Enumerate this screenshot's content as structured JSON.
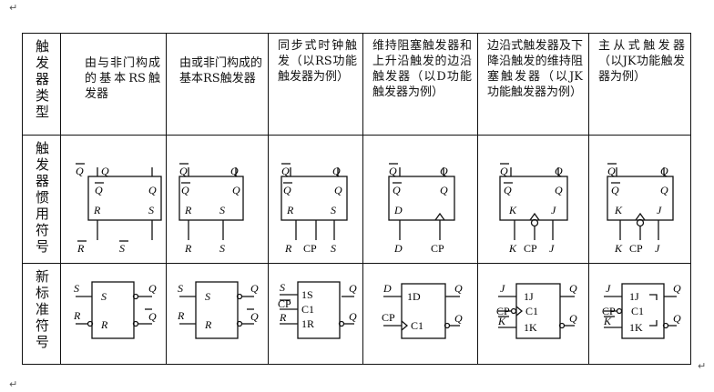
{
  "row_headers": [
    "触发器类型",
    "触发器惯用符号",
    "新标准符号"
  ],
  "columns": [
    {
      "type": "由与非门构成的基本RS触发器"
    },
    {
      "type": "由或非门构成的基本RS触发器"
    },
    {
      "type": "同步式时钟触发（以RS功能触发器为例）"
    },
    {
      "type": "维持阻塞触发器和上升沿触发的边沿触发器（以D功能触发器为例）"
    },
    {
      "type": "边沿式触发器及下降沿触发的维持阻塞触发器（以JK功能触发器为例）"
    },
    {
      "type": "主从式触发器（以JK功能触发器为例）"
    }
  ],
  "sym": {
    "Q": "Q",
    "Qbar": "Q",
    "R": "R",
    "S": "S",
    "D": "D",
    "J": "J",
    "K": "K",
    "CP": "CP",
    "S1": "1S",
    "C1": "C1",
    "R1": "1R",
    "D1": "1D",
    "J1": "1J",
    "K1": "1K"
  },
  "para_marks": {
    "top": "↵",
    "right": "↵",
    "bottom": "↵"
  }
}
